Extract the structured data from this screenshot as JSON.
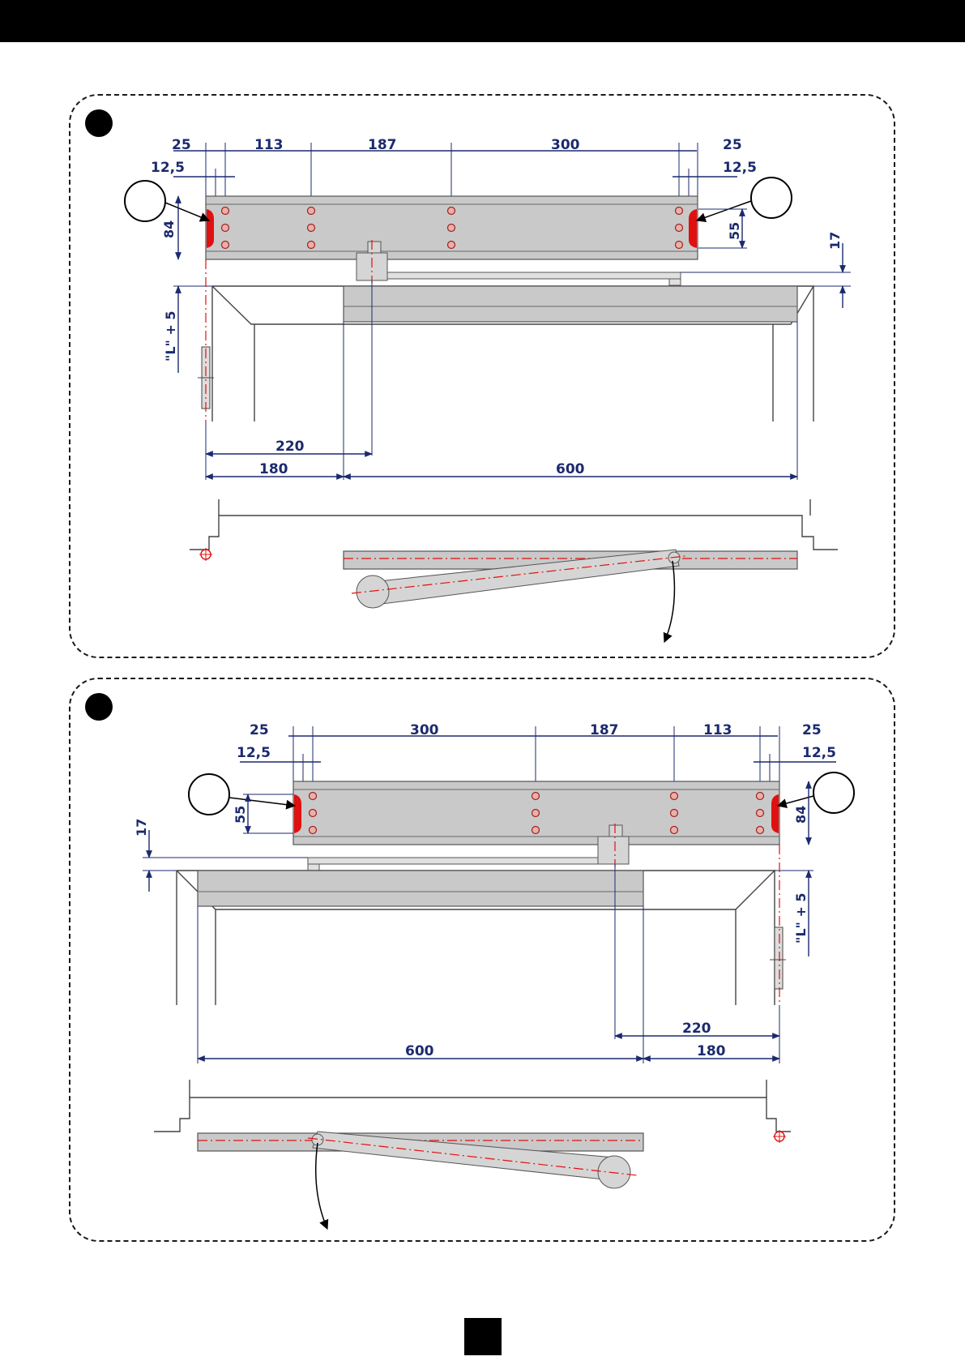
{
  "diagrams": [
    {
      "id": "a",
      "dims_top_row1": [
        "25",
        "113",
        "187",
        "300",
        "25"
      ],
      "dims_top_row2": [
        "12,5",
        "12,5"
      ],
      "dim_height_left": "84",
      "dim_height_right": "55",
      "dim_side": "17",
      "dim_L": "\"L\" + 5",
      "dims_bottom": [
        "220",
        "180",
        "600"
      ]
    },
    {
      "id": "b",
      "dims_top_row1": [
        "25",
        "300",
        "187",
        "113",
        "25"
      ],
      "dims_top_row2": [
        "12,5",
        "12,5"
      ],
      "dim_height_left": "55",
      "dim_height_right": "84",
      "dim_side": "17",
      "dim_L": "\"L\" + 5",
      "dims_bottom": [
        "220",
        "180",
        "600"
      ]
    }
  ],
  "colors": {
    "dimension": "#1c2a6e",
    "centerline": "#e01010",
    "body": "#c9c9c9",
    "marker": "#e01010"
  }
}
